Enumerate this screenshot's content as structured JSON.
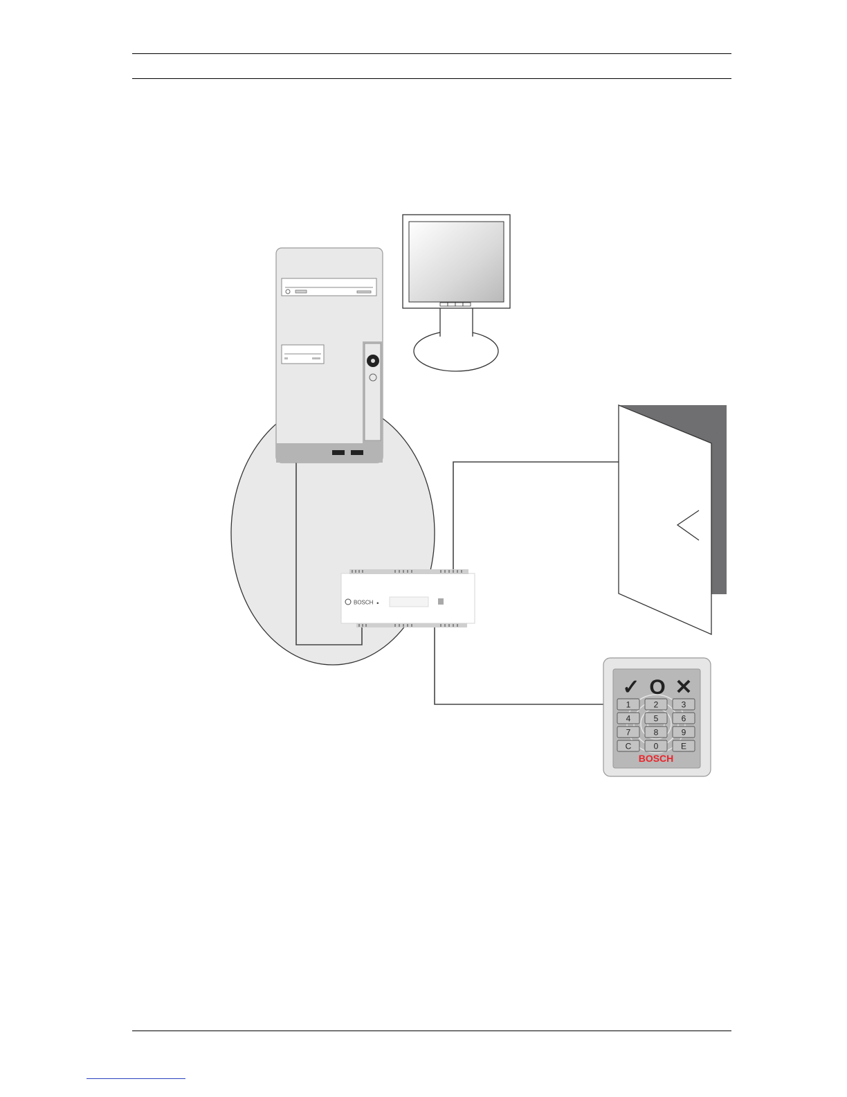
{
  "controller": {
    "brand": "BOSCH"
  },
  "keypad": {
    "brand": "BOSCH",
    "symbols": [
      "✓",
      "O",
      "✕"
    ],
    "keys": [
      "1",
      "2",
      "3",
      "4",
      "5",
      "6",
      "7",
      "8",
      "9",
      "C",
      "0",
      "E"
    ]
  },
  "colors": {
    "light_gray": "#e9e9e9",
    "mid_gray": "#b4b4b4",
    "dark_gray": "#6f6e70",
    "keypad_brand": "#e8262c",
    "link_blue": "#2a3fbf"
  }
}
